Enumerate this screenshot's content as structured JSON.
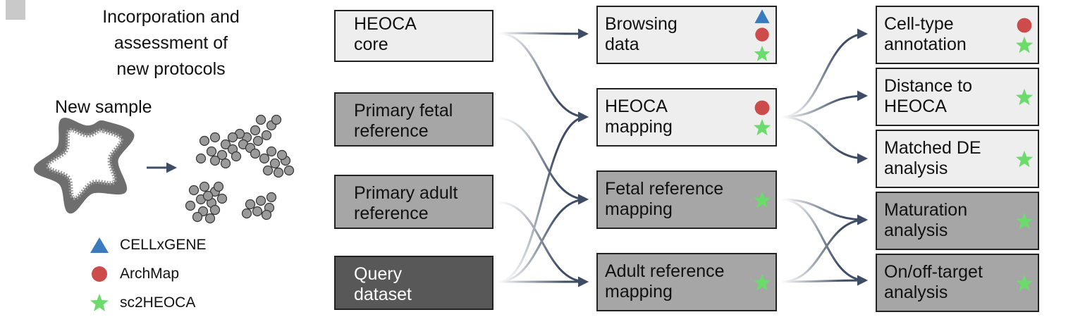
{
  "intro": {
    "title": "Incorporation and\nassessment of\nnew protocols",
    "sample_label": "New sample"
  },
  "legend": [
    {
      "label": "CELLxGENE",
      "icon": "triangle-icon",
      "color": "#3a7bbf"
    },
    {
      "label": "ArchMap",
      "icon": "circle-icon",
      "color": "#cc4b4b"
    },
    {
      "label": "sc2HEOCA",
      "icon": "star-icon",
      "color": "#6bdc6b"
    }
  ],
  "inputs": [
    {
      "label": "HEOCA\ncore",
      "shade": "light"
    },
    {
      "label": "Primary fetal\nreference",
      "shade": "mid"
    },
    {
      "label": "Primary adult\nreference",
      "shade": "mid"
    },
    {
      "label": "Query\ndataset",
      "shade": "dark"
    }
  ],
  "middle": [
    {
      "label": "Browsing\ndata",
      "shade": "light",
      "tools": [
        "triangle-icon",
        "circle-icon",
        "star-icon"
      ]
    },
    {
      "label": "HEOCA\nmapping",
      "shade": "light",
      "tools": [
        "circle-icon",
        "star-icon"
      ]
    },
    {
      "label": "Fetal reference\nmapping",
      "shade": "mid",
      "tools": [
        "star-icon"
      ]
    },
    {
      "label": "Adult reference\nmapping",
      "shade": "mid",
      "tools": [
        "star-icon"
      ]
    }
  ],
  "outputs": [
    {
      "label": "Cell-type\nannotation",
      "shade": "light",
      "tools": [
        "circle-icon",
        "star-icon"
      ]
    },
    {
      "label": "Distance to\nHEOCA",
      "shade": "light",
      "tools": [
        "star-icon"
      ]
    },
    {
      "label": "Matched DE\nanalysis",
      "shade": "light",
      "tools": [
        "star-icon"
      ]
    },
    {
      "label": "Maturation\nanalysis",
      "shade": "mid",
      "tools": [
        "star-icon"
      ]
    },
    {
      "label": "On/off-target\nanalysis",
      "shade": "mid",
      "tools": [
        "star-icon"
      ]
    }
  ],
  "colors": {
    "arrow": "#3e4d63",
    "triangle": "#3a7bbf",
    "circle": "#cc4b4b",
    "star": "#6bdc6b"
  }
}
